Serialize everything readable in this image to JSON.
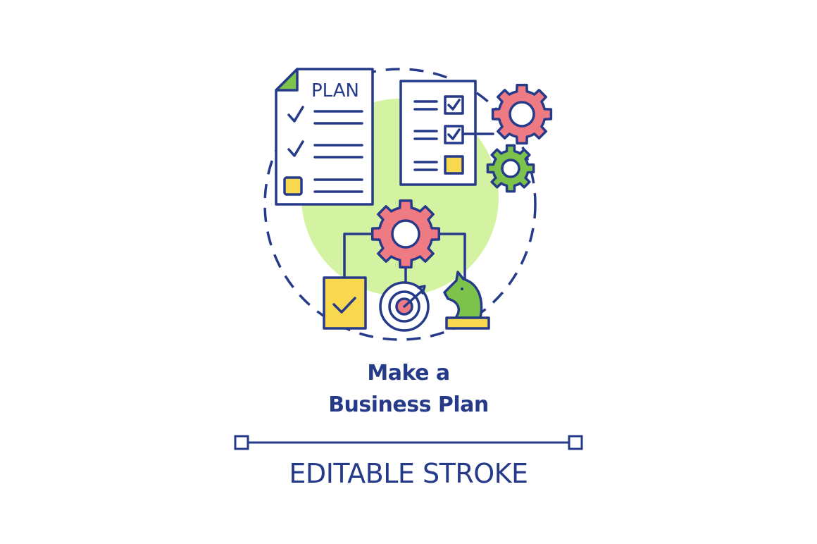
{
  "doc_label": "PLAN",
  "title": {
    "line1": "Make a",
    "line2": "Business Plan"
  },
  "footer": {
    "label": "EDITABLE STROKE"
  },
  "colors": {
    "stroke": "#263a8a",
    "green": "#7dc24b",
    "light_green": "#d4f3a2",
    "pink": "#ee7b84",
    "yellow": "#f8d84f",
    "white": "#ffffff"
  },
  "icons": [
    "plan-document-icon",
    "checklist-icon",
    "pink-gear-icon",
    "green-gear-icon",
    "central-gear-icon",
    "approved-document-icon",
    "target-arrow-icon",
    "chess-knight-icon"
  ]
}
